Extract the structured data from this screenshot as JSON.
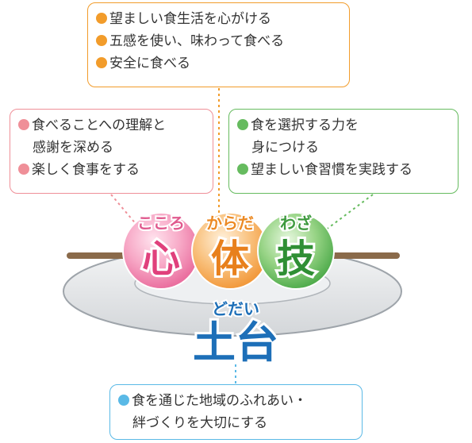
{
  "top_box": {
    "items": [
      "望ましい食生活を心がける",
      "五感を使い、味わって食べる",
      "安全に食べる"
    ]
  },
  "left_box": {
    "item1_line1": "食べることへの理解と",
    "item1_line2": "感謝を深める",
    "item2": "楽しく食事をする"
  },
  "right_box": {
    "item1_line1": "食を選択する力を",
    "item1_line2": "身につける",
    "item2": "望ましい食習慣を実践する"
  },
  "bottom_box": {
    "line1": "食を通じた地域のふれあい・",
    "line2": "絆づくりを大切にする"
  },
  "dango": {
    "kokoro": {
      "reading": "こころ",
      "kanji": "心"
    },
    "karada": {
      "reading": "からだ",
      "kanji": "体"
    },
    "waza": {
      "reading": "わざ",
      "kanji": "技"
    }
  },
  "foundation": {
    "reading": "どだい",
    "kanji": "土台"
  },
  "colors": {
    "orange": "#f29c2b",
    "pink": "#ef8f98",
    "green": "#66bb5f",
    "blue": "#5ab9e6",
    "foundation_text": "#1d6fb8"
  }
}
